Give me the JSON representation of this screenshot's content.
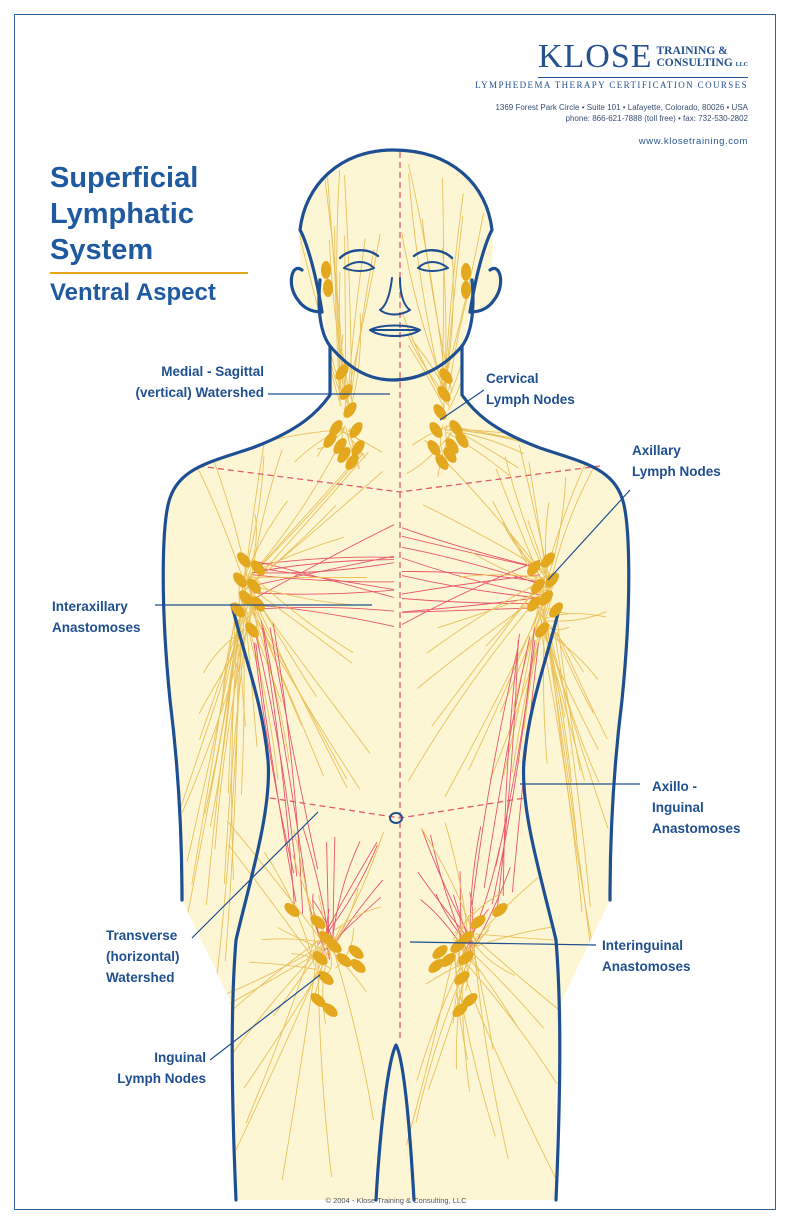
{
  "header": {
    "logo_main": "KLOSE",
    "logo_side_line1": "TRAINING &",
    "logo_side_line2": "CONSULTING",
    "logo_side_llc": "LLC",
    "tagline": "LYMPHEDEMA THERAPY CERTIFICATION COURSES",
    "address": "1369 Forest Park Circle • Suite 101 • Lafayette, Colorado, 80026 • USA",
    "phone": "phone: 866-621-7888 (toll free) • fax: 732-530-2802",
    "website": "www.klosetraining.com"
  },
  "title": {
    "line1": "Superficial",
    "line2": "Lymphatic",
    "line3": "System",
    "subtitle": "Ventral Aspect"
  },
  "labels": {
    "medial": "Medial - Sagittal\n(vertical) Watershed",
    "cervical": "Cervical\nLymph Nodes",
    "axillary": "Axillary\nLymph Nodes",
    "interaxillary": "Interaxillary\nAnastomoses",
    "axillo": "Axillo -\nInguinal\nAnastomoses",
    "transverse": "Transverse\n(horizontal)\nWatershed",
    "interinguinal": "Interinguinal\nAnastomoses",
    "inguinal": "Inguinal\nLymph Nodes"
  },
  "footer": {
    "copyright": "© 2004 - Klose Training & Consulting, LLC"
  },
  "colors": {
    "outline": "#1e4f92",
    "vessel_yellow": "#e9c15a",
    "vessel_red": "#e8566b",
    "node": "#e3a81e",
    "watershed": "#e05b6c",
    "skin": "#fdf6d5"
  }
}
